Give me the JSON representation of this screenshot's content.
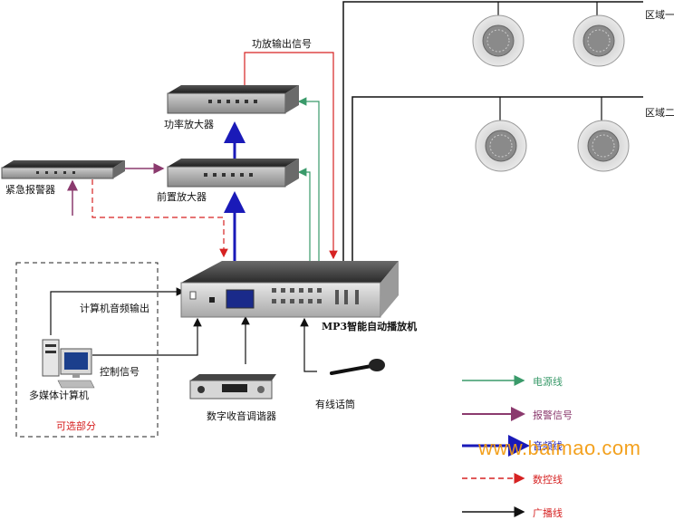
{
  "devices": {
    "power_amp": "功率放大器",
    "pre_amp": "前置放大器",
    "alarm": "紧急报警器",
    "mp3_player": "MP3智能自动播放机",
    "tuner": "数字收音调谐器",
    "microphone": "有线话筒",
    "computer": "多媒体计算机"
  },
  "signals": {
    "amp_output": "功放输出信号",
    "pc_audio_out": "计算机音频输出",
    "control": "控制信号"
  },
  "zones": {
    "zone1": "区域一",
    "zone2": "区域二"
  },
  "optional_section": "可选部分",
  "legend": [
    {
      "label": "电源线",
      "color": "#3a9a6a"
    },
    {
      "label": "报警信号",
      "color": "#8b3a6e"
    },
    {
      "label": "音频线",
      "color": "#1a1ab8"
    },
    {
      "label": "数控线",
      "color": "#d62222"
    },
    {
      "label": "广播线",
      "color": "#111111"
    }
  ],
  "watermark": "www.baimao.com"
}
